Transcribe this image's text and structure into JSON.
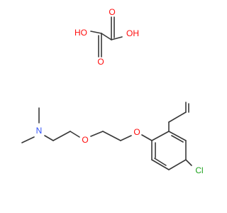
{
  "molecule": {
    "atoms": {
      "ho_left": "HO",
      "oh_right": "OH",
      "o_top": "O",
      "o_bottom": "O",
      "o_ether_mid": "O",
      "o_ether_aryl": "O",
      "n_amine": "N",
      "cl": "Cl"
    },
    "colors": {
      "bond": "#383838",
      "oxygen": "#ff0d0d",
      "nitrogen": "#3050f8",
      "chlorine": "#1fa31f"
    }
  }
}
